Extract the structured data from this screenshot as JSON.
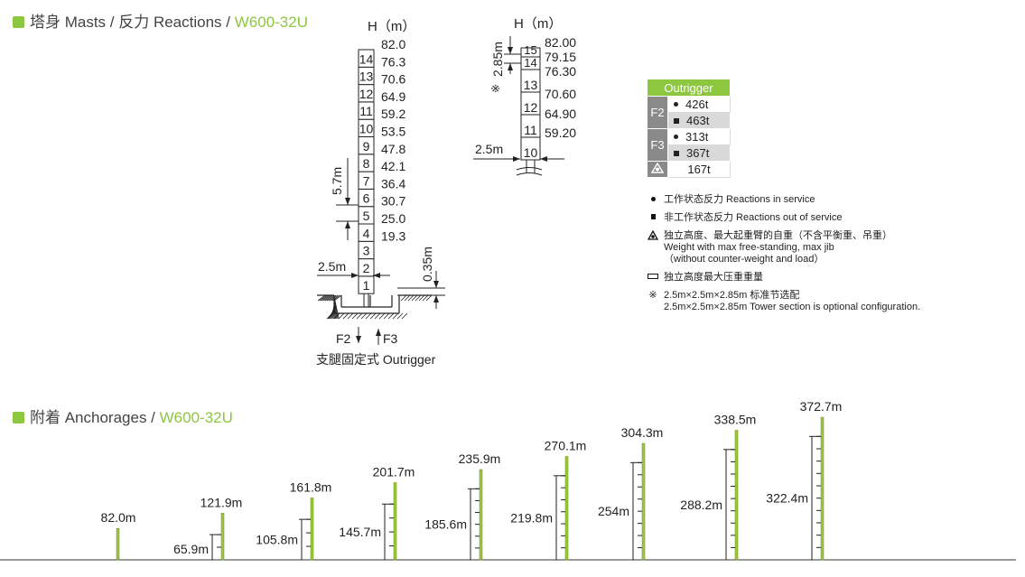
{
  "masts_section": {
    "label": "塔身 Masts / 反力 Reactions / ",
    "model": "W600-32U"
  },
  "anchor_section": {
    "label": "附着 Anchorages / ",
    "model": "W600-32U"
  },
  "diagram_main": {
    "h_unit": "H（m）",
    "sections": [
      "1",
      "2",
      "3",
      "4",
      "5",
      "6",
      "7",
      "8",
      "9",
      "10",
      "11",
      "12",
      "13",
      "14"
    ],
    "heights": [
      "82.0",
      "76.3",
      "70.6",
      "64.9",
      "59.2",
      "53.5",
      "47.8",
      "42.1",
      "36.4",
      "30.7",
      "25.0",
      "19.3"
    ],
    "dim_section": "5.7m",
    "dim_width": "2.5m",
    "dim_base": "0.35m",
    "f2": "F2",
    "f3": "F3",
    "caption": "支腿固定式  Outrigger"
  },
  "diagram_opt": {
    "h_unit": "H（m）",
    "sections": [
      "10",
      "11",
      "12",
      "13",
      "14",
      "15"
    ],
    "heights": [
      "82.00",
      "79.15",
      "76.30",
      "70.60",
      "64.90",
      "59.20"
    ],
    "dim_section": "2.85m",
    "ref_mark": "※",
    "dim_width": "2.5m"
  },
  "outrigger_table": {
    "title": "Outrigger",
    "f2_label": "F2",
    "f3_label": "F3",
    "f2_in": "426t",
    "f2_out": "463t",
    "f3_in": "313t",
    "f3_out": "367t",
    "free_weight": "167t"
  },
  "legend": {
    "in_service": "工作状态反力  Reactions in service",
    "out_service": "非工作状态反力  Reactions out of service",
    "weight_cn": "独立高度、最大起重臂的自重（不含平衡重、吊重）",
    "weight_en1": "Weight with max free-standing, max jib",
    "weight_en2": "（without counter-weight and load）",
    "compress": "独立高度最大压重重量",
    "ref_symbol": "※",
    "opt_cn": "2.5m×2.5m×2.85m  标准节选配",
    "opt_en": "2.5m×2.5m×2.85m  Tower section is optional configuration."
  },
  "anchorages": [
    {
      "total": "82.0m"
    },
    {
      "total": "121.9m",
      "anchor": "65.9m"
    },
    {
      "total": "161.8m",
      "anchor": "105.8m"
    },
    {
      "total": "201.7m",
      "anchor": "145.7m"
    },
    {
      "total": "235.9m",
      "anchor": "185.6m"
    },
    {
      "total": "270.1m",
      "anchor": "219.8m"
    },
    {
      "total": "304.3m",
      "anchor": "254m"
    },
    {
      "total": "338.5m",
      "anchor": "288.2m"
    },
    {
      "total": "372.7m",
      "anchor": "322.4m"
    }
  ],
  "colors": {
    "accent": "#8dc63f",
    "mast": "#9cc73a",
    "side": "#8a8a8a"
  }
}
